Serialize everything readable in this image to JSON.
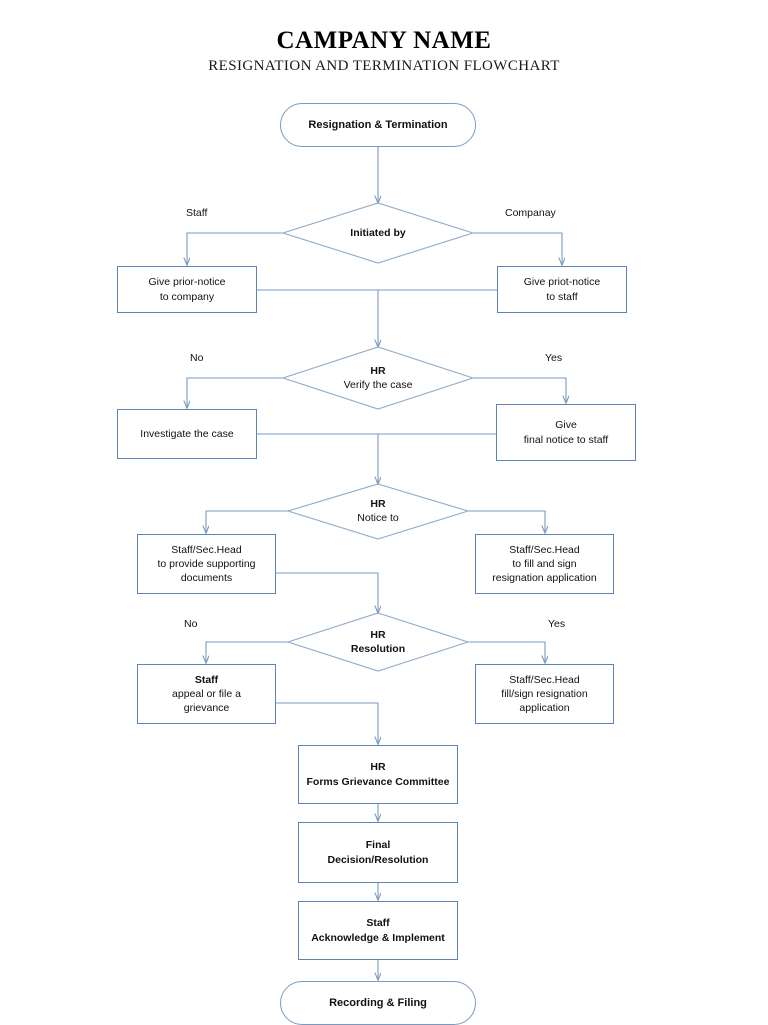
{
  "document": {
    "title": "CAMPANY NAME",
    "subtitle": "RESIGNATION AND TERMINATION FLOWCHART"
  },
  "theme": {
    "connector_color": "#7a9bc0",
    "box_border_color": "#5c85b4",
    "diamond_border_color": "#8fabcb",
    "background": "#ffffff",
    "text_color": "#111111"
  },
  "chart_data": {
    "type": "diagram",
    "title": "RESIGNATION AND TERMINATION FLOWCHART",
    "nodes": [
      {
        "id": "start",
        "shape": "terminal",
        "lines": [
          "Resignation & Termination"
        ]
      },
      {
        "id": "initiated",
        "shape": "decision",
        "lines": [
          "Initiated by"
        ]
      },
      {
        "id": "prior_company",
        "shape": "process",
        "lines": [
          "Give prior-notice",
          "to company"
        ]
      },
      {
        "id": "prior_staff",
        "shape": "process",
        "lines": [
          "Give priot-notice",
          "to staff"
        ]
      },
      {
        "id": "hr_verify",
        "shape": "decision",
        "lines": [
          "HR",
          "Verify the case"
        ]
      },
      {
        "id": "investigate",
        "shape": "process",
        "lines": [
          "Investigate the case"
        ]
      },
      {
        "id": "final_notice",
        "shape": "process",
        "lines": [
          "Give",
          "final notice to staff"
        ]
      },
      {
        "id": "hr_notice",
        "shape": "decision",
        "lines": [
          "HR",
          "Notice to"
        ]
      },
      {
        "id": "supporting",
        "shape": "process",
        "lines": [
          "Staff/Sec.Head",
          "to provide supporting",
          "documents"
        ]
      },
      {
        "id": "fill_sign",
        "shape": "process",
        "lines": [
          "Staff/Sec.Head",
          "to fill and sign",
          "resignation application"
        ]
      },
      {
        "id": "hr_resolution",
        "shape": "decision",
        "lines": [
          "HR",
          "Resolution"
        ]
      },
      {
        "id": "appeal",
        "shape": "process",
        "lines": [
          "Staff",
          "appeal or file a",
          "grievance"
        ]
      },
      {
        "id": "fill_sign2",
        "shape": "process",
        "lines": [
          "Staff/Sec.Head",
          "fill/sign resignation",
          "application"
        ]
      },
      {
        "id": "committee",
        "shape": "process",
        "lines": [
          "HR",
          "Forms Grievance Committee"
        ]
      },
      {
        "id": "final_dec",
        "shape": "process",
        "lines": [
          "Final",
          "Decision/Resolution"
        ]
      },
      {
        "id": "acknowledge",
        "shape": "process",
        "lines": [
          "Staff",
          "Acknowledge & Implement"
        ]
      },
      {
        "id": "end",
        "shape": "terminal",
        "lines": [
          "Recording & Filing"
        ]
      }
    ],
    "branch_labels": [
      {
        "id": "staff",
        "text": "Staff",
        "from": "initiated",
        "side": "left"
      },
      {
        "id": "companay",
        "text": "Companay",
        "from": "initiated",
        "side": "right"
      },
      {
        "id": "verify_no",
        "text": "No",
        "from": "hr_verify",
        "side": "left"
      },
      {
        "id": "verify_yes",
        "text": "Yes",
        "from": "hr_verify",
        "side": "right"
      },
      {
        "id": "res_no",
        "text": "No",
        "from": "hr_resolution",
        "side": "left"
      },
      {
        "id": "res_yes",
        "text": "Yes",
        "from": "hr_resolution",
        "side": "right"
      }
    ],
    "edges": [
      {
        "from": "start",
        "to": "initiated"
      },
      {
        "from": "initiated",
        "to": "prior_company",
        "label": "Staff"
      },
      {
        "from": "initiated",
        "to": "prior_staff",
        "label": "Companay"
      },
      {
        "from": "prior_company",
        "to": "hr_verify"
      },
      {
        "from": "prior_staff",
        "to": "hr_verify"
      },
      {
        "from": "hr_verify",
        "to": "investigate",
        "label": "No"
      },
      {
        "from": "hr_verify",
        "to": "final_notice",
        "label": "Yes"
      },
      {
        "from": "investigate",
        "to": "hr_notice"
      },
      {
        "from": "final_notice",
        "to": "hr_notice"
      },
      {
        "from": "hr_notice",
        "to": "supporting"
      },
      {
        "from": "hr_notice",
        "to": "fill_sign"
      },
      {
        "from": "supporting",
        "to": "hr_resolution"
      },
      {
        "from": "hr_resolution",
        "to": "appeal",
        "label": "No"
      },
      {
        "from": "hr_resolution",
        "to": "fill_sign2",
        "label": "Yes"
      },
      {
        "from": "appeal",
        "to": "committee"
      },
      {
        "from": "committee",
        "to": "final_dec"
      },
      {
        "from": "final_dec",
        "to": "acknowledge"
      },
      {
        "from": "acknowledge",
        "to": "end"
      }
    ]
  }
}
